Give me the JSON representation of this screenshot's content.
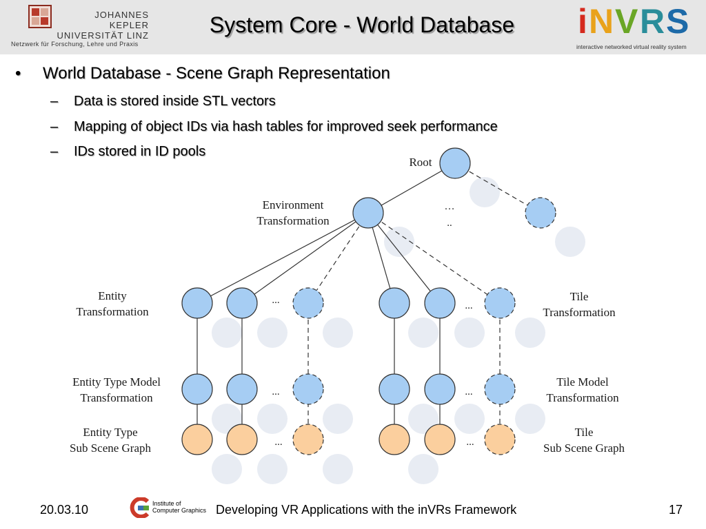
{
  "header": {
    "university_line1": "JOHANNES KEPLER",
    "university_line2": "UNIVERSITÄT LINZ",
    "university_subtitle": "Netzwerk für Forschung, Lehre und Praxis",
    "title": "System Core - World Database",
    "product_logo_text": "iNVRS",
    "product_subtitle": "interactive networked virtual reality system"
  },
  "content": {
    "bullet_marker": "•",
    "sub_marker": "–",
    "bullet": "World Database - Scene Graph Representation",
    "subbullets": [
      "Data is stored inside STL vectors",
      "Mapping of object IDs via hash tables for improved seek performance",
      "IDs stored in ID pools"
    ]
  },
  "diagram": {
    "root": "Root",
    "environment_line1": "Environment",
    "environment_line2": "Transformation",
    "branch_ellipsis_1": "…",
    "branch_ellipsis_2": "..",
    "entity_transform_line1": "Entity",
    "entity_transform_line2": "Transformation",
    "entity_model_line1": "Entity Type Model",
    "entity_model_line2": "Transformation",
    "entity_subgraph_line1": "Entity Type",
    "entity_subgraph_line2": "Sub Scene Graph",
    "tile_transform_line1": "Tile",
    "tile_transform_line2": "Transformation",
    "tile_model_line1": "Tile Model",
    "tile_model_line2": "Transformation",
    "tile_subgraph_line1": "Tile",
    "tile_subgraph_line2": "Sub Scene Graph",
    "row_ellipsis": "...",
    "colors": {
      "node_blue": "#a6cdf3",
      "node_orange": "#fbcf9e",
      "ghost": "#e8ecf3",
      "stroke": "#333333"
    }
  },
  "footer": {
    "date": "20.03.10",
    "institute_line1": "Institute of",
    "institute_line2": "Computer Graphics",
    "title": "Developing VR Applications with the inVRs Framework",
    "page": "17"
  }
}
